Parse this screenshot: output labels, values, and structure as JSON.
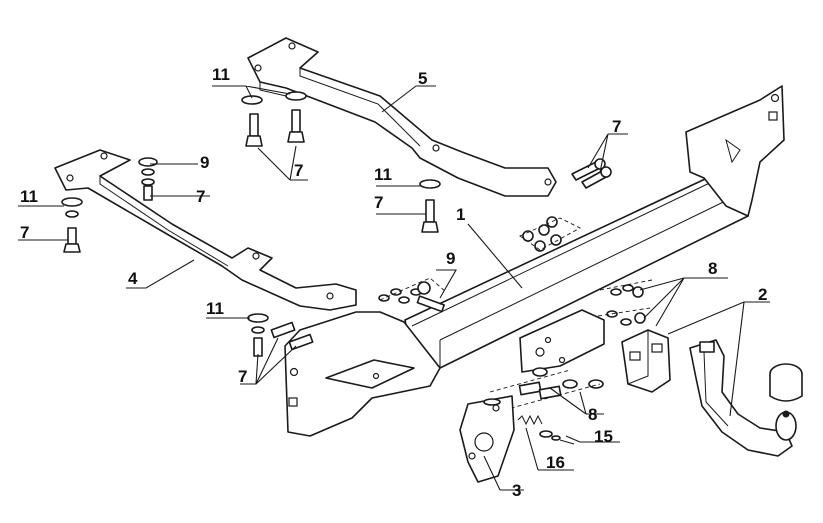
{
  "callouts": {
    "c1": "1",
    "c2": "2",
    "c3": "3",
    "c4": "4",
    "c5": "5",
    "c7a": "7",
    "c7b": "7",
    "c7c": "7",
    "c7d": "7",
    "c7e": "7",
    "c7f": "7",
    "c8a": "8",
    "c8b": "8",
    "c9a": "9",
    "c9b": "9",
    "c11a": "11",
    "c11b": "11",
    "c11c": "11",
    "c11d": "11",
    "c15": "15",
    "c16": "16"
  },
  "colors": {
    "line": "#1a1a1a",
    "background": "#ffffff"
  }
}
